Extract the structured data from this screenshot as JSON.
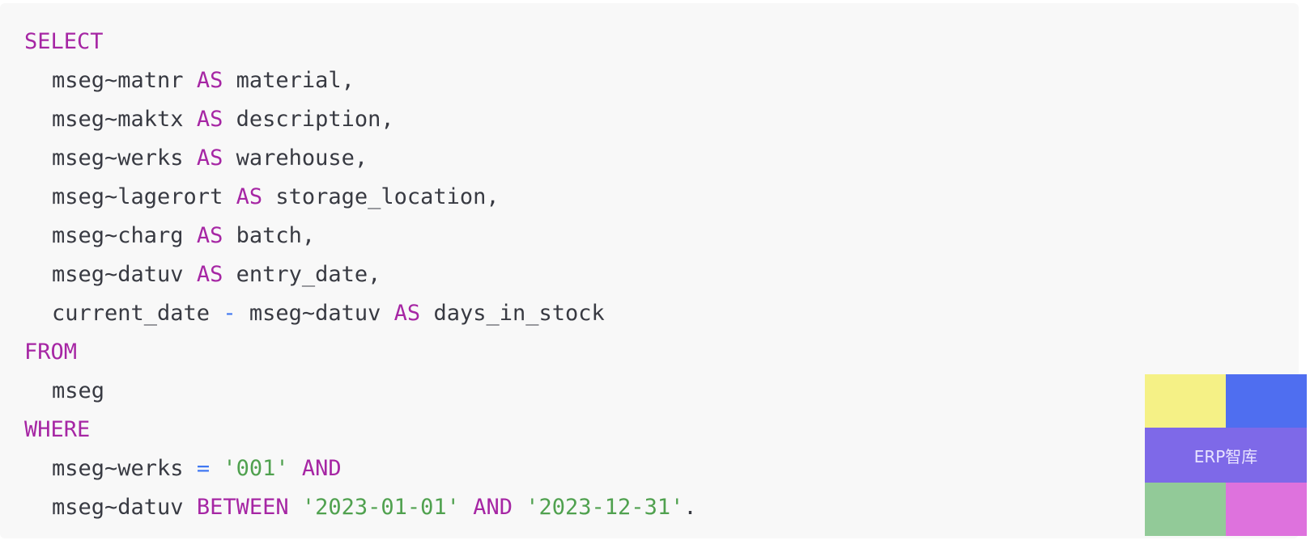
{
  "code": {
    "lines": [
      [
        {
          "t": "SELECT",
          "c": "kw"
        }
      ],
      [
        {
          "t": "mseg~matnr ",
          "c": "plain"
        },
        {
          "t": "AS",
          "c": "kw"
        },
        {
          "t": " material,",
          "c": "plain"
        }
      ],
      [
        {
          "t": "mseg~maktx ",
          "c": "plain"
        },
        {
          "t": "AS",
          "c": "kw"
        },
        {
          "t": " description,",
          "c": "plain"
        }
      ],
      [
        {
          "t": "mseg~werks ",
          "c": "plain"
        },
        {
          "t": "AS",
          "c": "kw"
        },
        {
          "t": " warehouse,",
          "c": "plain"
        }
      ],
      [
        {
          "t": "mseg~lagerort ",
          "c": "plain"
        },
        {
          "t": "AS",
          "c": "kw"
        },
        {
          "t": " storage_location,",
          "c": "plain"
        }
      ],
      [
        {
          "t": "mseg~charg ",
          "c": "plain"
        },
        {
          "t": "AS",
          "c": "kw"
        },
        {
          "t": " batch,",
          "c": "plain"
        }
      ],
      [
        {
          "t": "mseg~datuv ",
          "c": "plain"
        },
        {
          "t": "AS",
          "c": "kw"
        },
        {
          "t": " entry_date,",
          "c": "plain"
        }
      ],
      [
        {
          "t": "current_date ",
          "c": "plain"
        },
        {
          "t": "-",
          "c": "op"
        },
        {
          "t": " mseg~datuv ",
          "c": "plain"
        },
        {
          "t": "AS",
          "c": "kw"
        },
        {
          "t": " days_in_stock",
          "c": "plain"
        }
      ],
      [
        {
          "t": "FROM",
          "c": "kw"
        }
      ],
      [
        {
          "t": "mseg",
          "c": "plain"
        }
      ],
      [
        {
          "t": "WHERE",
          "c": "kw"
        }
      ],
      [
        {
          "t": "mseg~werks ",
          "c": "plain"
        },
        {
          "t": "=",
          "c": "op"
        },
        {
          "t": " ",
          "c": "plain"
        },
        {
          "t": "'001'",
          "c": "str"
        },
        {
          "t": " ",
          "c": "plain"
        },
        {
          "t": "AND",
          "c": "kw"
        }
      ],
      [
        {
          "t": "mseg~datuv ",
          "c": "plain"
        },
        {
          "t": "BETWEEN",
          "c": "kw"
        },
        {
          "t": " ",
          "c": "plain"
        },
        {
          "t": "'2023-01-01'",
          "c": "str"
        },
        {
          "t": " ",
          "c": "plain"
        },
        {
          "t": "AND",
          "c": "kw"
        },
        {
          "t": " ",
          "c": "plain"
        },
        {
          "t": "'2023-12-31'",
          "c": "str"
        },
        {
          "t": ".",
          "c": "plain"
        }
      ]
    ],
    "indented": [
      false,
      true,
      true,
      true,
      true,
      true,
      true,
      true,
      false,
      true,
      false,
      true,
      true
    ]
  },
  "colors": {
    "background": "#f8f8f8",
    "keyword": "#a626a4",
    "operator": "#4078f2",
    "string": "#50a14f",
    "plain": "#383a42"
  },
  "watermark": {
    "label": "ERP智库",
    "colors": [
      "#f5f186",
      "#4f6ef0",
      "#7e69e8",
      "#92ca98",
      "#de72dd"
    ]
  }
}
